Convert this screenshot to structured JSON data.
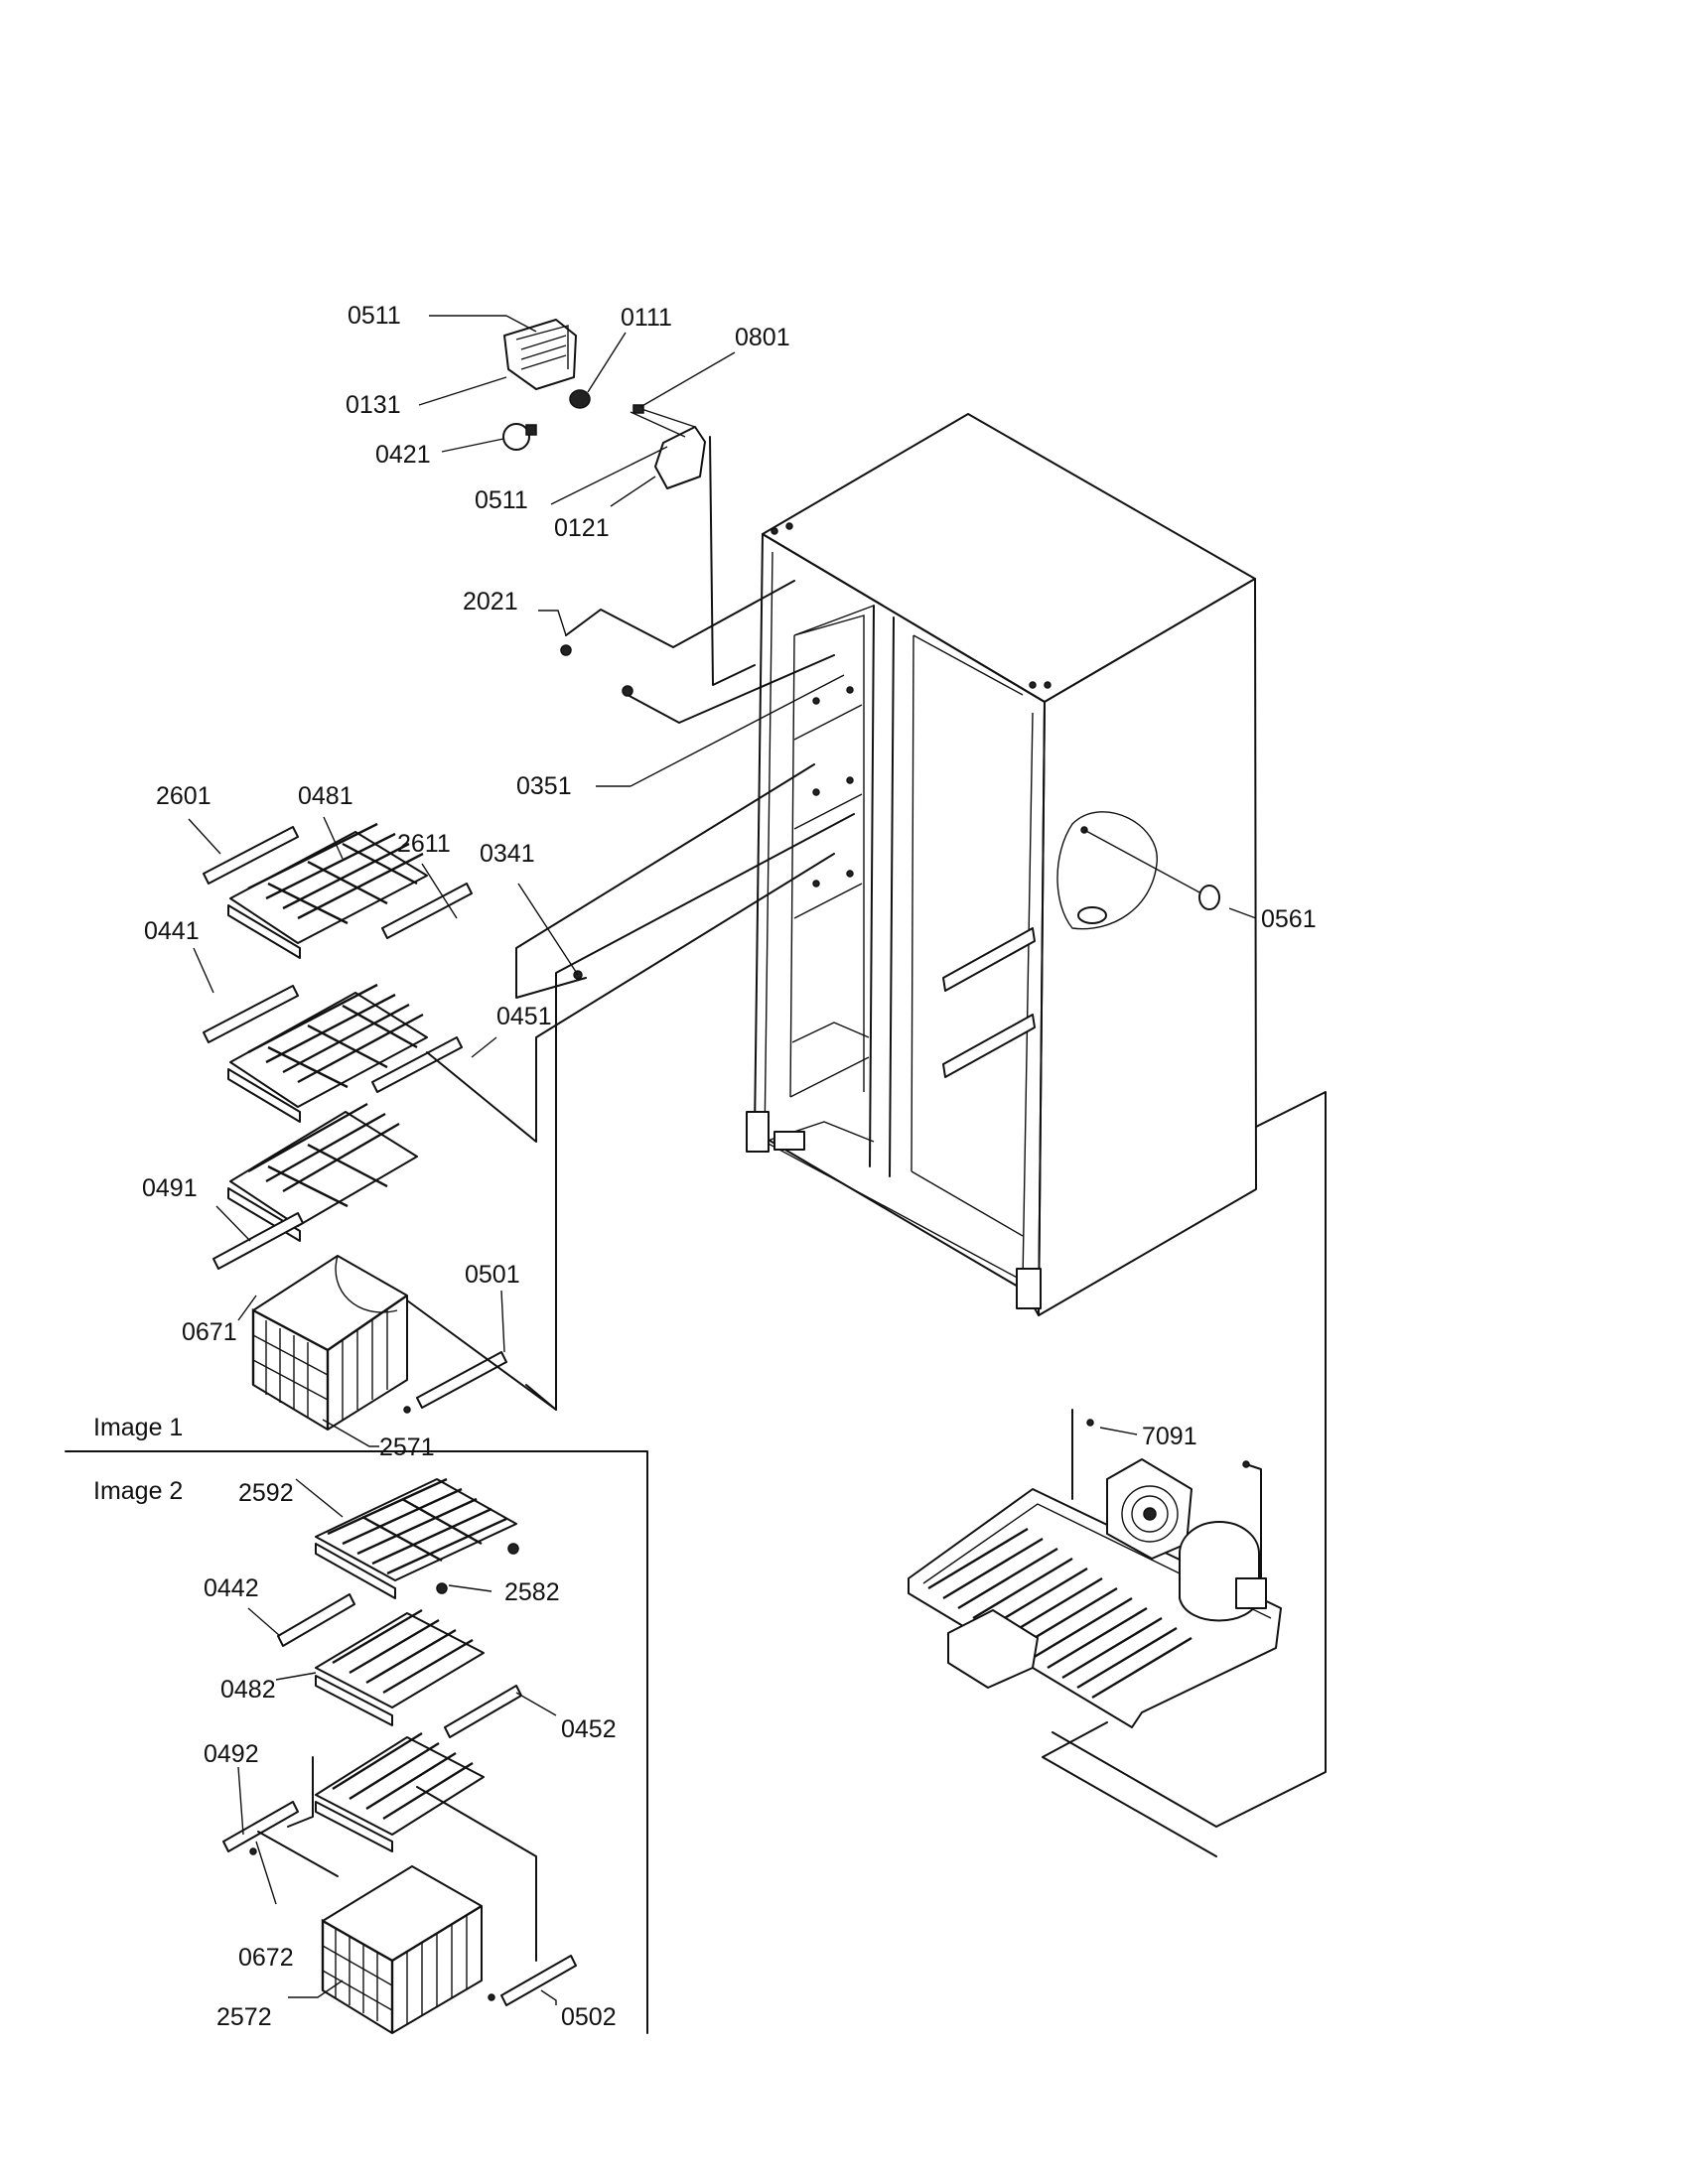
{
  "diagram": {
    "section_labels": {
      "image1": "Image 1",
      "image2": "Image 2"
    },
    "callouts": [
      "0511",
      "0111",
      "0801",
      "0131",
      "0421",
      "0511",
      "0121",
      "2021",
      "0351",
      "2601",
      "0481",
      "2611",
      "0341",
      "0441",
      "0451",
      "0491",
      "0501",
      "0671",
      "2571",
      "0561",
      "7091",
      "2592",
      "2582",
      "0442",
      "0482",
      "0452",
      "0492",
      "0672",
      "2572",
      "0502"
    ]
  }
}
